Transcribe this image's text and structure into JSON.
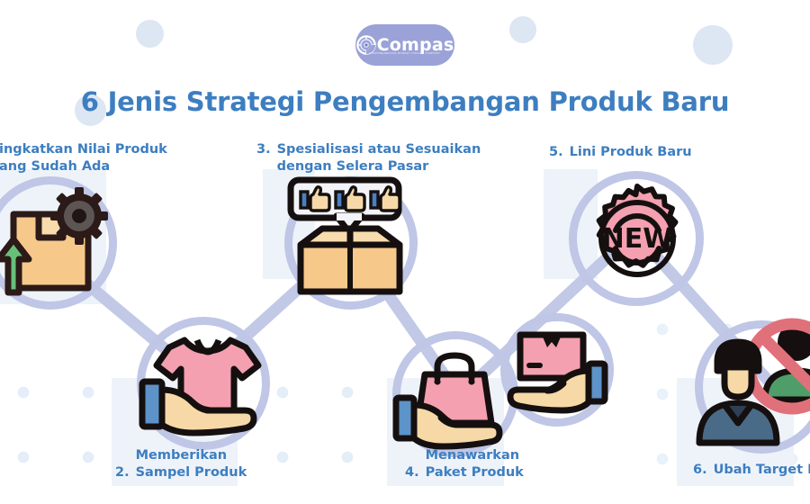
{
  "brand": {
    "name": "Compas",
    "tagline": "COMPREHENSIVE MARKET INSIGHT COMPANY",
    "logo_icon": "compass-icon",
    "pill_color": "#9aa2d8"
  },
  "header": {
    "title": "6 Jenis Strategi Pengembangan Produk Baru",
    "title_color": "#3d7ec0"
  },
  "theme": {
    "accent_blue": "#3d7ec0",
    "connector_lavender": "#bfc6e6",
    "panel_blue": "#eef3fa",
    "dot_blue": "#e3edf8",
    "box_tan": "#f6c98b",
    "pink": "#f4a0b0",
    "skin": "#f7d9a8",
    "green": "#67c07a",
    "red": "#e0717a",
    "dark": "#1b1b1b"
  },
  "steps": [
    {
      "number": "",
      "line1": "ingkatkan Nilai Produk",
      "line2": "ang Sudah Ada",
      "icon": "box-gear-arrow-icon",
      "truncated": "left"
    },
    {
      "number": "2.",
      "line1": "Memberikan",
      "line2": "Sampel Produk",
      "icon": "hand-tshirt-icon",
      "truncated": "none"
    },
    {
      "number": "3.",
      "line1": "Spesialisasi atau Sesuaikan",
      "line2": "dengan Selera Pasar",
      "icon": "open-box-thumbsup-icon",
      "truncated": "none"
    },
    {
      "number": "4.",
      "line1": "Menawarkan",
      "line2": "Paket Produk",
      "icon": "hand-shopping-bag-icon",
      "truncated": "none"
    },
    {
      "number": "5.",
      "line1": "Lini Produk Baru",
      "line2": "",
      "icon": "new-badge-icon",
      "truncated": "none"
    },
    {
      "number": "6.",
      "line1": "Ubah Target P",
      "line2": "",
      "icon": "person-prohibited-icon",
      "truncated": "right"
    }
  ],
  "extra_icons": [
    {
      "name": "hand-package-icon",
      "label": "hand holding pink package"
    }
  ],
  "badge": {
    "text": "NEW"
  }
}
